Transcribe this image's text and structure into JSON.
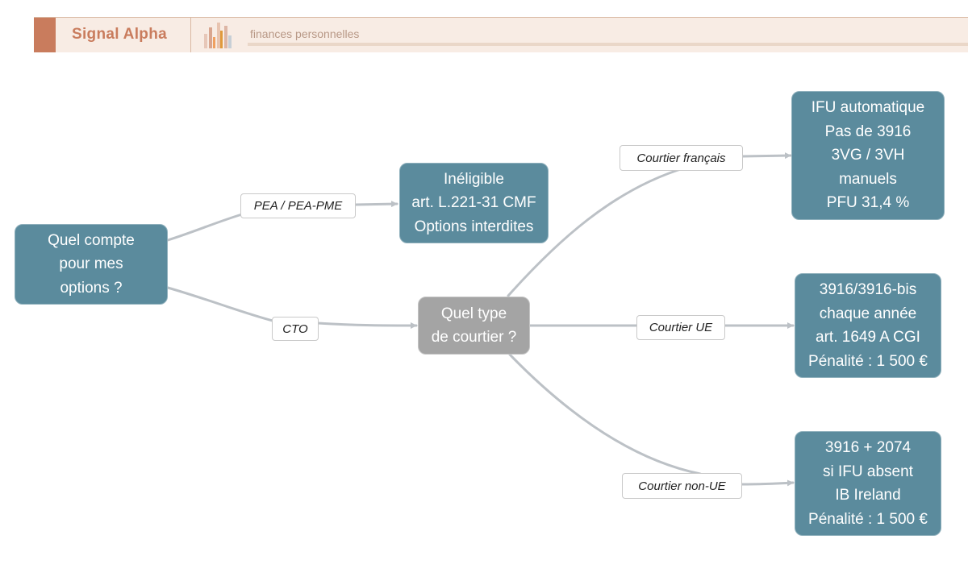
{
  "header": {
    "brand": "Signal Alpha",
    "subtitle": "finances personnelles",
    "colors": {
      "accent": "#c97c5d",
      "band": "#f8ece4"
    }
  },
  "diagram": {
    "nodes": {
      "root": {
        "lines": [
          "Quel compte",
          "pour mes",
          "options ?"
        ]
      },
      "pea_result": {
        "lines": [
          "Inéligible",
          "art. L.221-31 CMF",
          "Options interdites"
        ]
      },
      "broker_question": {
        "lines": [
          "Quel type",
          "de courtier ?"
        ]
      },
      "fr_result": {
        "lines": [
          "IFU automatique",
          "Pas de 3916",
          "3VG / 3VH",
          "manuels",
          "PFU 31,4 %"
        ]
      },
      "ue_result": {
        "lines": [
          "3916/3916-bis",
          "chaque année",
          "art. 1649 A CGI",
          "Pénalité : 1 500 €"
        ]
      },
      "nonue_result": {
        "lines": [
          "3916 + 2074",
          "si IFU absent",
          "IB Ireland",
          "Pénalité : 1 500 €"
        ]
      }
    },
    "edge_labels": {
      "pea": "PEA / PEA-PME",
      "cto": "CTO",
      "fr": "Courtier français",
      "ue": "Courtier UE",
      "nonue": "Courtier non-UE"
    },
    "colors": {
      "node": "#5b8b9d",
      "decision": "#a4a4a4",
      "edge": "#bcc1c6"
    }
  }
}
